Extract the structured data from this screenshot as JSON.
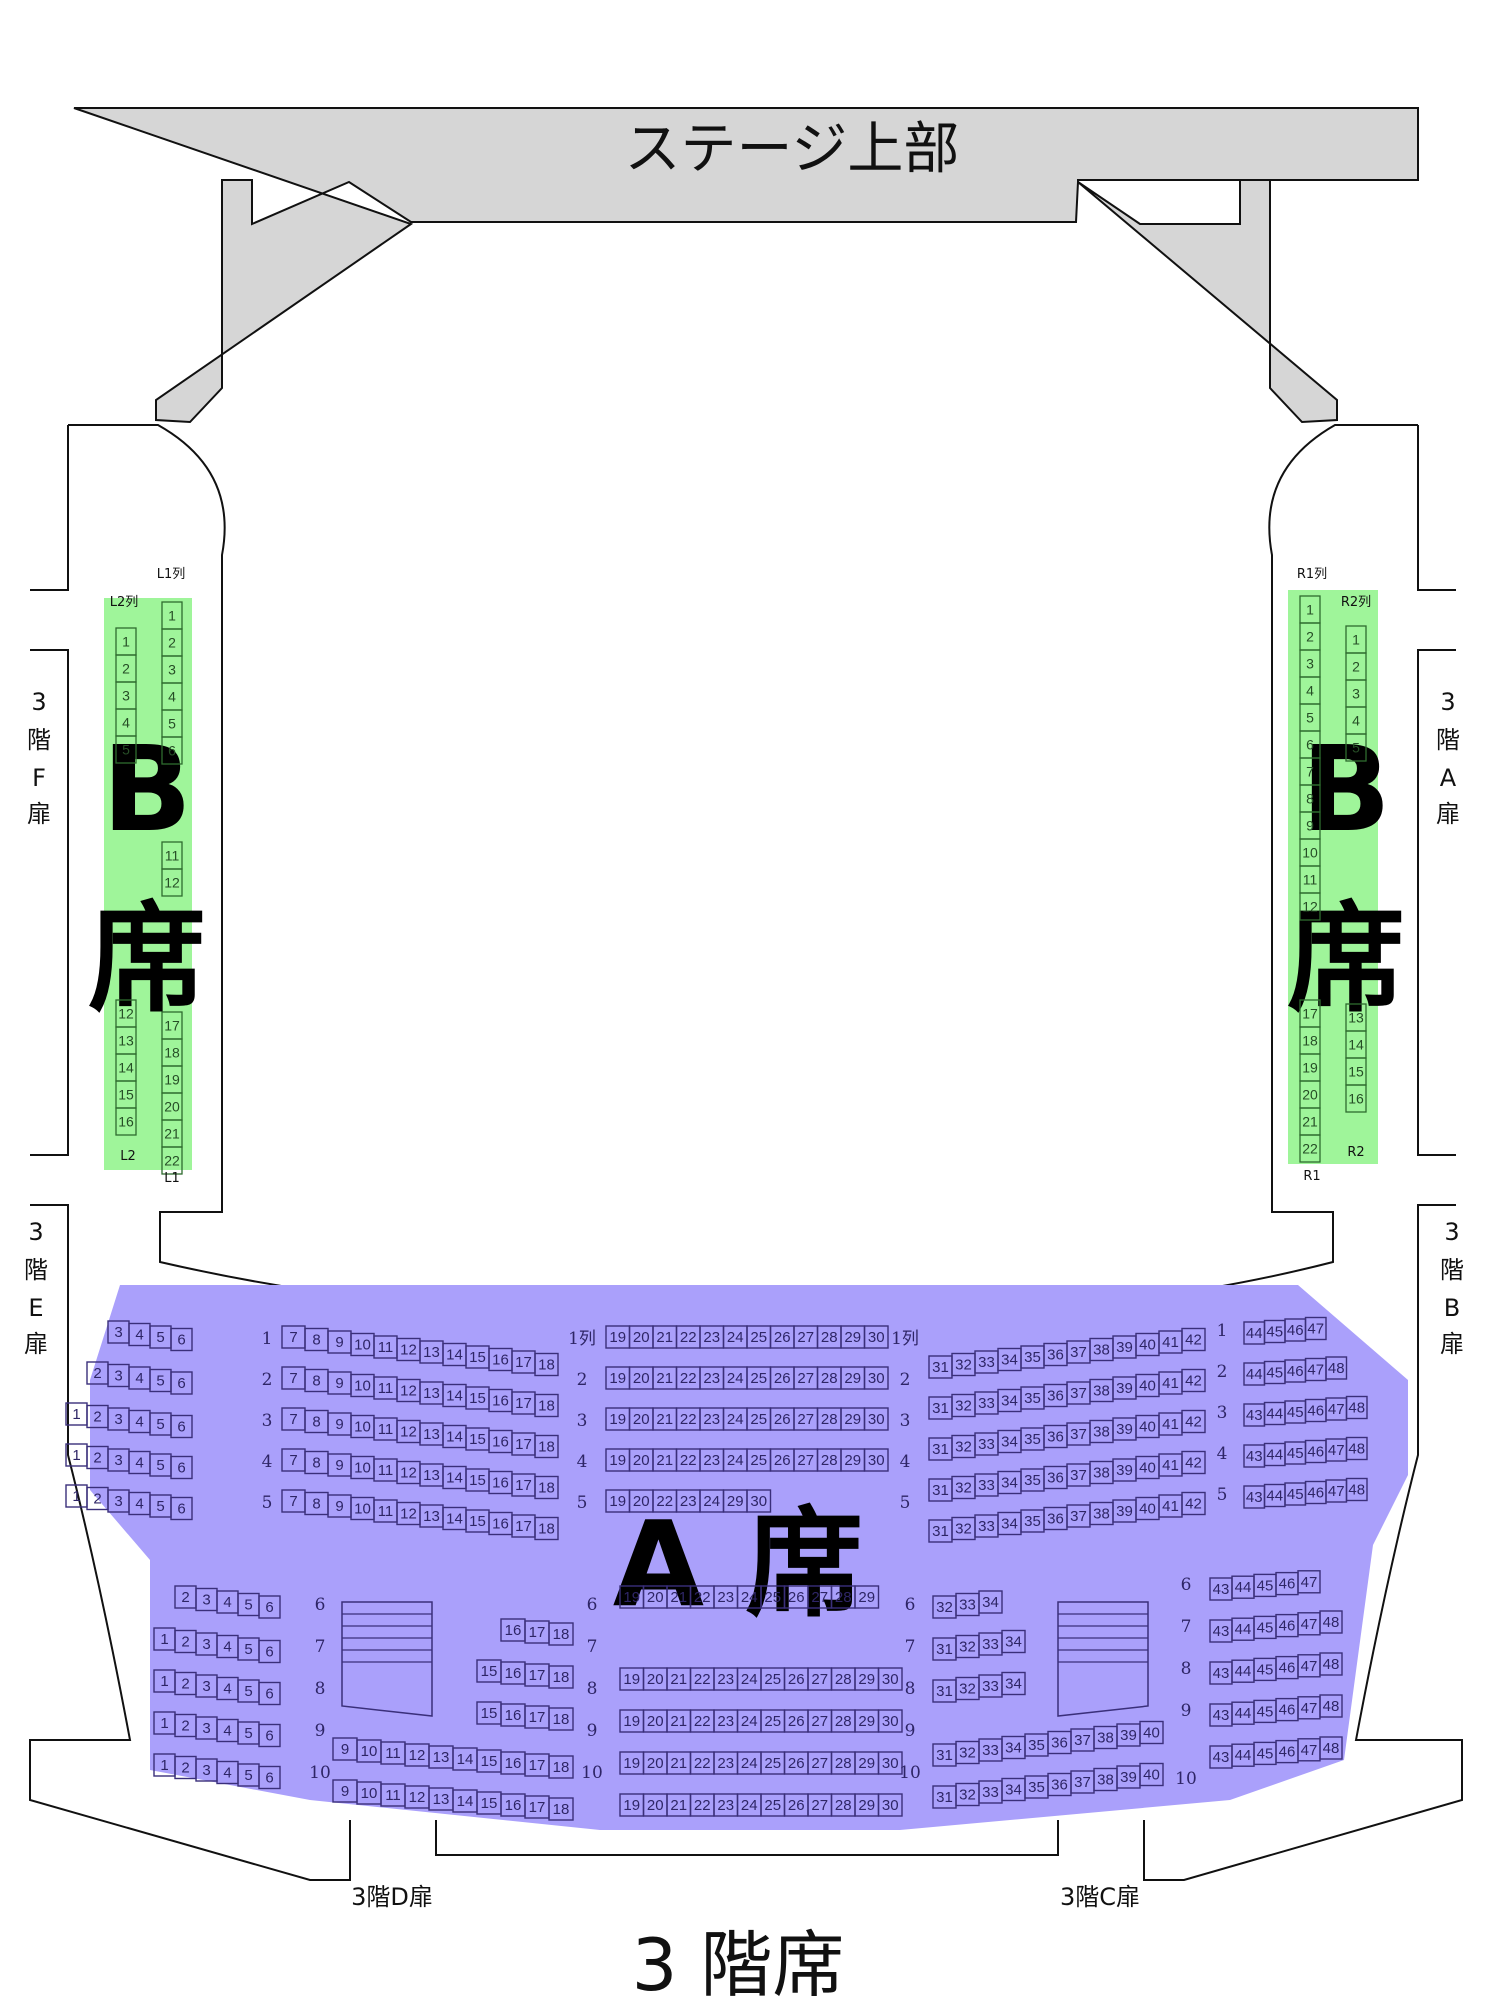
{
  "stage_label": "ステージ上部",
  "floor_title": "3 階席",
  "zones": {
    "a": {
      "label": "A 席",
      "color": "#aaa0fb"
    },
    "b_left": {
      "label_line1": "B",
      "label_line2": "席",
      "color": "#9ff59a"
    },
    "b_right": {
      "label_line1": "B",
      "label_line2": "席",
      "color": "#9ff59a"
    }
  },
  "doors": {
    "f": [
      "3",
      "階",
      "F",
      "扉"
    ],
    "e": [
      "3",
      "階",
      "E",
      "扉"
    ],
    "a": [
      "3",
      "階",
      "A",
      "扉"
    ],
    "b": [
      "3",
      "階",
      "B",
      "扉"
    ],
    "d": "3階D扉",
    "c": "3階C扉"
  },
  "left_columns": {
    "l1_header": "L1列",
    "l2_header": "L2列",
    "l1_footer": "L1",
    "l2_footer": "L2",
    "l1_seats": [
      "1",
      "2",
      "3",
      "4",
      "5",
      "6",
      "11",
      "12",
      "17",
      "18",
      "19",
      "20",
      "21",
      "22"
    ],
    "l2_seats": [
      "1",
      "2",
      "3",
      "4",
      "5",
      "12",
      "13",
      "14",
      "15",
      "16"
    ]
  },
  "right_columns": {
    "r1_header": "R1列",
    "r2_header": "R2列",
    "r1_footer": "R1",
    "r2_footer": "R2",
    "r1_seats": [
      "1",
      "2",
      "3",
      "4",
      "5",
      "6",
      "7",
      "8",
      "9",
      "10",
      "11",
      "12",
      "17",
      "18",
      "19",
      "20",
      "21",
      "22"
    ],
    "r2_seats": [
      "1",
      "2",
      "3",
      "4",
      "5",
      "13",
      "14",
      "15",
      "16"
    ]
  },
  "upper_rows": [
    {
      "label": "1",
      "center_label": "1列",
      "right_label": "1列",
      "far_left": [
        "3",
        "4",
        "5",
        "6"
      ],
      "left": [
        "7",
        "8",
        "9",
        "10",
        "11",
        "12",
        "13",
        "14",
        "15",
        "16",
        "17",
        "18"
      ],
      "center": [
        "19",
        "20",
        "21",
        "22",
        "23",
        "24",
        "25",
        "26",
        "27",
        "28",
        "29",
        "30"
      ],
      "right": [
        "31",
        "32",
        "33",
        "34",
        "35",
        "36",
        "37",
        "38",
        "39",
        "40",
        "41",
        "42"
      ],
      "far_right": [
        "44",
        "45",
        "46",
        "47"
      ]
    },
    {
      "label": "2",
      "center_label": "2",
      "right_label": "2",
      "far_left": [
        "2",
        "3",
        "4",
        "5",
        "6"
      ],
      "left": [
        "7",
        "8",
        "9",
        "10",
        "11",
        "12",
        "13",
        "14",
        "15",
        "16",
        "17",
        "18"
      ],
      "center": [
        "19",
        "20",
        "21",
        "22",
        "23",
        "24",
        "25",
        "26",
        "27",
        "28",
        "29",
        "30"
      ],
      "right": [
        "31",
        "32",
        "33",
        "34",
        "35",
        "36",
        "37",
        "38",
        "39",
        "40",
        "41",
        "42"
      ],
      "far_right": [
        "44",
        "45",
        "46",
        "47",
        "48"
      ]
    },
    {
      "label": "3",
      "center_label": "3",
      "right_label": "3",
      "far_left": [
        "1",
        "2",
        "3",
        "4",
        "5",
        "6"
      ],
      "left": [
        "7",
        "8",
        "9",
        "10",
        "11",
        "12",
        "13",
        "14",
        "15",
        "16",
        "17",
        "18"
      ],
      "center": [
        "19",
        "20",
        "21",
        "22",
        "23",
        "24",
        "25",
        "26",
        "27",
        "28",
        "29",
        "30"
      ],
      "right": [
        "31",
        "32",
        "33",
        "34",
        "35",
        "36",
        "37",
        "38",
        "39",
        "40",
        "41",
        "42"
      ],
      "far_right": [
        "43",
        "44",
        "45",
        "46",
        "47",
        "48"
      ]
    },
    {
      "label": "4",
      "center_label": "4",
      "right_label": "4",
      "far_left": [
        "1",
        "2",
        "3",
        "4",
        "5",
        "6"
      ],
      "left": [
        "7",
        "8",
        "9",
        "10",
        "11",
        "12",
        "13",
        "14",
        "15",
        "16",
        "17",
        "18"
      ],
      "center": [
        "19",
        "20",
        "21",
        "22",
        "23",
        "24",
        "25",
        "26",
        "27",
        "28",
        "29",
        "30"
      ],
      "right": [
        "31",
        "32",
        "33",
        "34",
        "35",
        "36",
        "37",
        "38",
        "39",
        "40",
        "41",
        "42"
      ],
      "far_right": [
        "43",
        "44",
        "45",
        "46",
        "47",
        "48"
      ]
    },
    {
      "label": "5",
      "center_label": "5",
      "right_label": "5",
      "far_left": [
        "1",
        "2",
        "3",
        "4",
        "5",
        "6"
      ],
      "left": [
        "7",
        "8",
        "9",
        "10",
        "11",
        "12",
        "13",
        "14",
        "15",
        "16",
        "17",
        "18"
      ],
      "center": [
        "19",
        "20",
        "22",
        "23",
        "24",
        "29",
        "30"
      ],
      "right": [
        "31",
        "32",
        "33",
        "34",
        "35",
        "36",
        "37",
        "38",
        "39",
        "40",
        "41",
        "42"
      ],
      "far_right": [
        "43",
        "44",
        "45",
        "46",
        "47",
        "48"
      ]
    }
  ],
  "lower_rows": [
    {
      "label": "6",
      "far_left": [
        "2",
        "3",
        "4",
        "5",
        "6"
      ],
      "left": [
        "16",
        "17",
        "18"
      ],
      "center": [
        "19",
        "20",
        "21",
        "22",
        "23",
        "24",
        "25",
        "26",
        "27",
        "28",
        "29"
      ],
      "right": [
        "32",
        "33",
        "34"
      ],
      "far_right": [
        "43",
        "44",
        "45",
        "46",
        "47"
      ]
    },
    {
      "label": "7",
      "far_left": [
        "1",
        "2",
        "3",
        "4",
        "5",
        "6"
      ],
      "left": [
        "15",
        "16",
        "17",
        "18"
      ],
      "center": [
        "19",
        "20",
        "21",
        "22",
        "23",
        "24",
        "25",
        "26",
        "27",
        "28",
        "29",
        "30"
      ],
      "right": [
        "31",
        "32",
        "33",
        "34"
      ],
      "far_right": [
        "43",
        "44",
        "45",
        "46",
        "47",
        "48"
      ]
    },
    {
      "label": "8",
      "far_left": [
        "1",
        "2",
        "3",
        "4",
        "5",
        "6"
      ],
      "left": [
        "15",
        "16",
        "17",
        "18"
      ],
      "center": [
        "19",
        "20",
        "21",
        "22",
        "23",
        "24",
        "25",
        "26",
        "27",
        "28",
        "29",
        "30"
      ],
      "right": [
        "31",
        "32",
        "33",
        "34"
      ],
      "far_right": [
        "43",
        "44",
        "45",
        "46",
        "47",
        "48"
      ]
    },
    {
      "label": "9",
      "far_left": [
        "1",
        "2",
        "3",
        "4",
        "5",
        "6"
      ],
      "left": [
        "9",
        "10",
        "11",
        "12",
        "13",
        "14",
        "15",
        "16",
        "17",
        "18"
      ],
      "center": [
        "19",
        "20",
        "21",
        "22",
        "23",
        "24",
        "25",
        "26",
        "27",
        "28",
        "29",
        "30"
      ],
      "right": [
        "31",
        "32",
        "33",
        "34",
        "35",
        "36",
        "37",
        "38",
        "39",
        "40"
      ],
      "far_right": [
        "43",
        "44",
        "45",
        "46",
        "47",
        "48"
      ]
    },
    {
      "label": "10",
      "far_left": [
        "1",
        "2",
        "3",
        "4",
        "5",
        "6"
      ],
      "left": [
        "9",
        "10",
        "11",
        "12",
        "13",
        "14",
        "15",
        "16",
        "17",
        "18"
      ],
      "center": [
        "19",
        "20",
        "21",
        "22",
        "23",
        "24",
        "25",
        "26",
        "27",
        "28",
        "29",
        "30"
      ],
      "right": [
        "31",
        "32",
        "33",
        "34",
        "35",
        "36",
        "37",
        "38",
        "39",
        "40"
      ],
      "far_right": [
        "43",
        "44",
        "45",
        "46",
        "47",
        "48"
      ]
    }
  ]
}
